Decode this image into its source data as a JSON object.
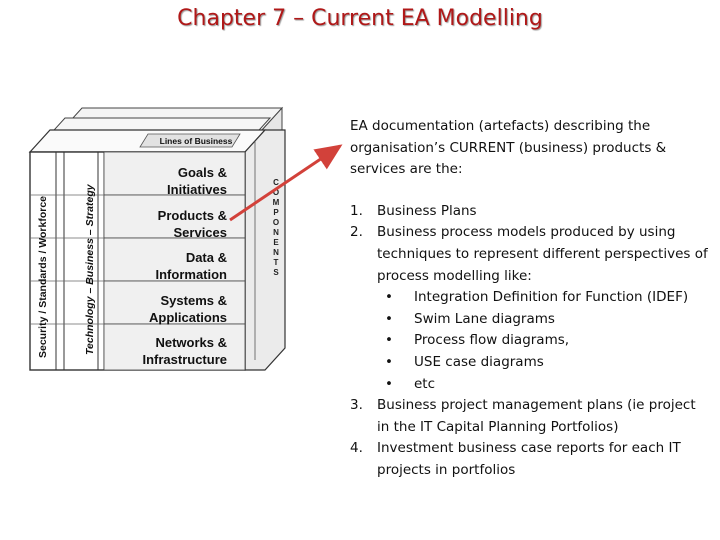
{
  "title": "Chapter 7 – Current EA Modelling",
  "diagram": {
    "top_label": "Lines of Business",
    "rows": [
      {
        "line1": "Goals &",
        "line2": "Initiatives"
      },
      {
        "line1": "Products &",
        "line2": "Services"
      },
      {
        "line1": "Data &",
        "line2": "Information"
      },
      {
        "line1": "Systems &",
        "line2": "Applications"
      },
      {
        "line1": "Networks &",
        "line2": "Infrastructure"
      }
    ],
    "side_label_left": "Security / Standards / Workforce",
    "side_label_inner": "Technology – Business – Strategy",
    "components_label": "COMPONENTS",
    "components_letters": [
      "C",
      "O",
      "M",
      "P",
      "O",
      "N",
      "E",
      "N",
      "T",
      "S"
    ]
  },
  "description": {
    "intro": "EA documentation (artefacts) describing the organisation’s CURRENT (business) products & services are the:",
    "items": [
      {
        "num": "1.",
        "text": "Business Plans"
      },
      {
        "num": "2.",
        "text": "Business process models produced by using techniques to represent different perspectives of process modelling like:",
        "subitems": [
          {
            "bullet": "•",
            "text": "Integration Definition for Function (IDEF)"
          },
          {
            "bullet": "•",
            "text": "Swim Lane diagrams"
          },
          {
            "bullet": "•",
            "text": "Process flow diagrams,"
          },
          {
            "bullet": "•",
            "text": "USE case diagrams"
          },
          {
            "bullet": "•",
            "text": "etc"
          }
        ]
      },
      {
        "num": "3.",
        "text": "Business project management plans (ie project in the IT Capital Planning Portfolios)"
      },
      {
        "num": "4.",
        "text": "Investment business case reports for each IT projects in portfolios"
      }
    ]
  },
  "colors": {
    "title": "#b01818",
    "arrow": "#d2413a"
  }
}
